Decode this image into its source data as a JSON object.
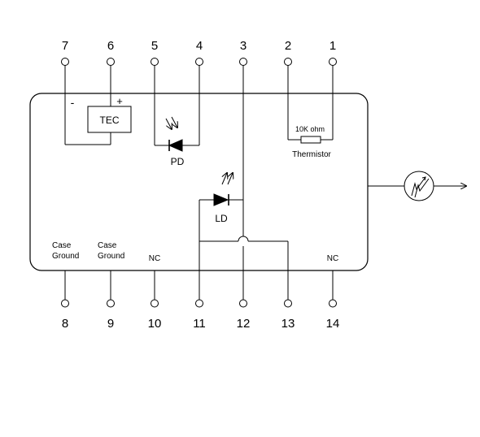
{
  "pins_top": [
    "7",
    "6",
    "5",
    "4",
    "3",
    "2",
    "1"
  ],
  "pins_bottom": [
    "8",
    "9",
    "10",
    "11",
    "12",
    "13",
    "14"
  ],
  "tec": {
    "label": "TEC",
    "minus": "-",
    "plus": "+"
  },
  "photodiode": {
    "label": "PD"
  },
  "laser_diode": {
    "label": "LD"
  },
  "thermistor": {
    "value": "10K ohm",
    "label": "Thermistor"
  },
  "bottom_labels": {
    "case_ground_1": [
      "Case",
      "Ground"
    ],
    "case_ground_2": [
      "Case",
      "Ground"
    ],
    "nc_10": "NC",
    "nc_14": "NC"
  }
}
